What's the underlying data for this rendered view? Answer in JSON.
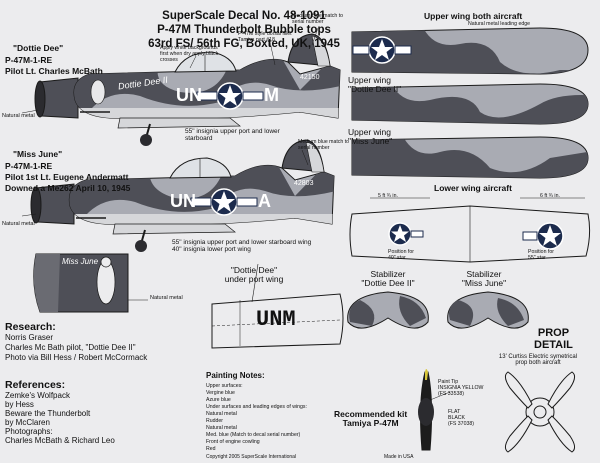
{
  "header": {
    "line1": "SuperScale Decal No. 48-1091",
    "line2": "P-47M Thunderbolt Bubble tops",
    "line3": "63rd FS/ 56th FG, Boxted, UK, 1945"
  },
  "aircraft1": {
    "name": "\"Dottie Dee\"",
    "model": "P-47M-1-RE",
    "pilot": "Pilot Lt. Charles McBath",
    "nose_art": "Dottie Dee II",
    "codes_left": "UN",
    "codes_right": "M",
    "serial": "42150",
    "note_blue_fillet": "Apply white backgrounds first when dry apply black crosses",
    "note_tamiya": "P-47M style dorsal fillet Tamiya part #18",
    "note_medium_blue": "Medium blue match to serial number",
    "note_insignia": "55\" insignia upper port and lower starboard",
    "natural_metal": "Natural metal"
  },
  "aircraft2": {
    "name": "\"Miss June\"",
    "model": "P-47M-1-RE",
    "pilot": "Pilot 1st Lt. Eugene Andermatt",
    "downed": "Downed a Me262 April 10, 1945",
    "codes_left": "UN",
    "codes_right": "A",
    "serial": "42803",
    "note_medium_blue": "Medium blue match to serial number",
    "note_insignia": "55\" insignia upper port and lower starboard wing\n40\" insignia lower port wing",
    "natural_metal": "Natural metal"
  },
  "miss_june_detail": {
    "nose_text": "Miss June",
    "natural_metal": "Natural metal"
  },
  "dottie_wing": {
    "title": "\"Dottie Dee\"\nunder port wing",
    "code": "UNM"
  },
  "wings": {
    "upper_both": "Upper wing both aircraft",
    "natural_edge": "Natural metal leading edge",
    "upper_dottie": "Upper wing\n\"Dottie Dee II\"",
    "upper_june": "Upper wing\n\"Miss June\"",
    "lower": "Lower wing aircraft",
    "pos_40": "Position for\n40\" star",
    "pos_55": "Position for\n55\" star",
    "dim1": "5 ft ¾ in.",
    "dim2": "6 ft ¾ in."
  },
  "stabilizers": {
    "dottie": "Stabilizer\n\"Dottie Dee II\"",
    "june": "Stabilizer\n\"Miss June\""
  },
  "prop": {
    "title": "PROP\nDETAIL",
    "desc": "13' Curtiss Electric symetrical\nprop both aircraft",
    "paint_tip": "Paint Tip\nINSIGNIA YELLOW\n(FS 33538)",
    "paint_flat": "FLAT\nBLACK\n(FS 37038)"
  },
  "research": {
    "title": "Research:",
    "lines": [
      "Norris Graser",
      "Charles Mc Bath pilot, \"Dottie Dee II\"",
      "Photo via Bill Hess / Robert McCormack"
    ]
  },
  "references": {
    "title": "References:",
    "lines": [
      "Zemke's Wolfpack",
      "by Hess",
      "Beware the Thunderbolt",
      "by McClaren",
      "Photographs:",
      "Charles McBath & Richard Leo"
    ]
  },
  "painting": {
    "title": "Painting Notes:",
    "lines": [
      "Upper surfaces:",
      "Vergine blue",
      "Azure blue",
      "Under surfaces and leading edges of wings:",
      "Natural metal",
      "Rudder",
      "Natural metal",
      "Med. blue (Match to decal serial number)",
      "Front of engine cowling",
      "Red"
    ]
  },
  "kit": {
    "label": "Recommended kit\nTamiya P-47M"
  },
  "footer": {
    "copyright": "Copyright 2005 SuperScale International",
    "made_in": "Made in USA"
  },
  "colors": {
    "camo_dark": "#4e4f57",
    "camo_light": "#a9abb3",
    "metal": "#d6d7da",
    "outline": "#1a1a1a",
    "insignia_white": "#ffffff",
    "yellow_tip": "#d8c63a"
  }
}
